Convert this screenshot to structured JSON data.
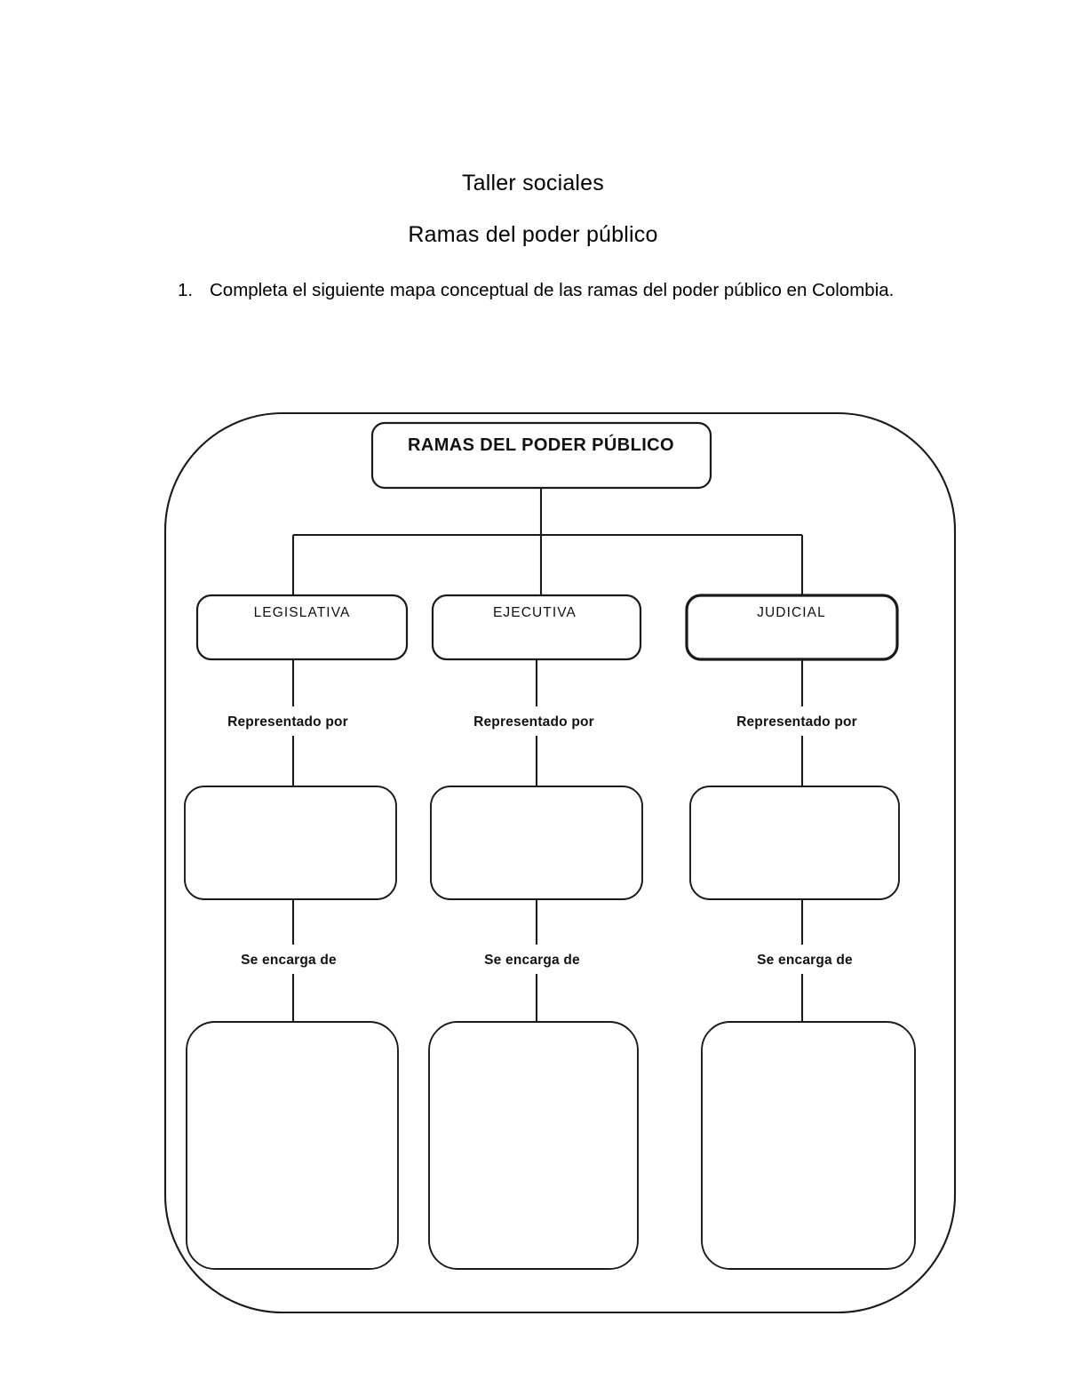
{
  "document": {
    "title_line_1": "Taller sociales",
    "title_line_2": "Ramas del poder público",
    "task": {
      "number": "1.",
      "text": "Completa el siguiente mapa conceptual  de las ramas del poder público en Colombia."
    }
  },
  "concept_map": {
    "root": {
      "label": "RAMAS DEL PODER PÚBLICO"
    },
    "branches": [
      {
        "name": "LEGISLATIVA",
        "connector_1": "Representado por",
        "answer_1": "",
        "connector_2": "Se encarga de",
        "answer_2": ""
      },
      {
        "name": "EJECUTIVA",
        "connector_1": "Representado por",
        "answer_1": "",
        "connector_2": "Se encarga de",
        "answer_2": ""
      },
      {
        "name": "JUDICIAL",
        "connector_1": "Representado por",
        "answer_1": "",
        "connector_2": "Se encarga de",
        "answer_2": ""
      }
    ],
    "colors": {
      "stroke": "#1a1a1a",
      "fill": "#ffffff",
      "text": "#111111"
    }
  }
}
